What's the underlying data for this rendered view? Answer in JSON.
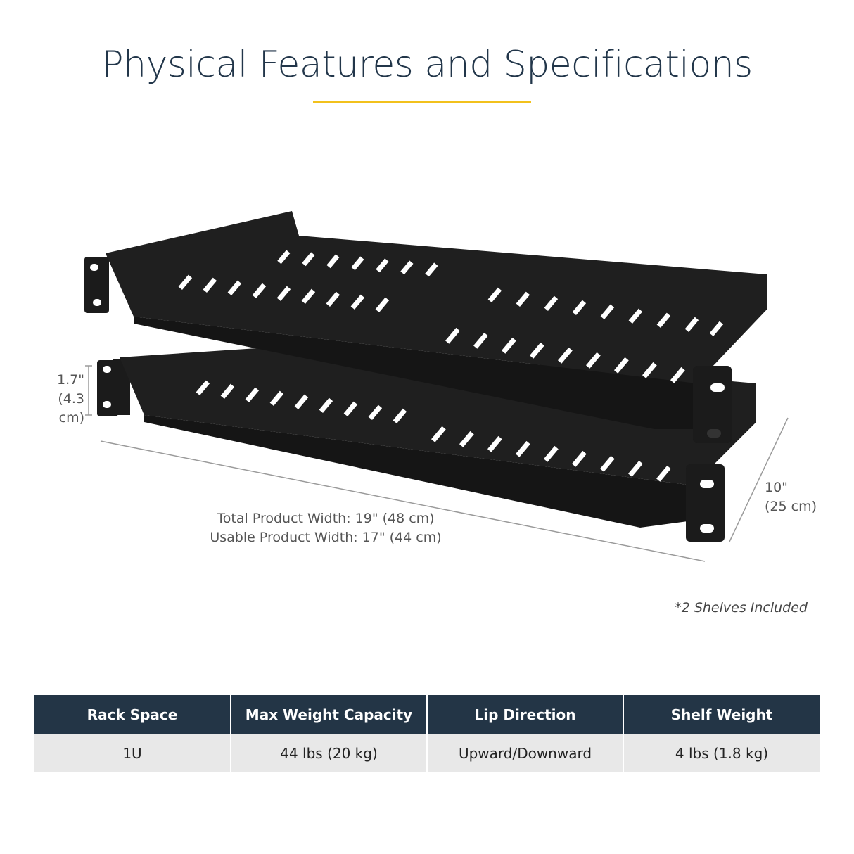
{
  "header": {
    "title": "Physical Features and Specifications"
  },
  "dimensions": {
    "height_imperial": "1.7\"",
    "height_metric": "(4.3 cm)",
    "depth_imperial": "10\"",
    "depth_metric": "(25 cm)",
    "total_width": "Total Product Width: 19\" (48 cm)",
    "usable_width": "Usable Product Width: 17\" (44 cm)"
  },
  "note": "*2 Shelves Included",
  "colors": {
    "title": "#22364a",
    "accent": "#f2c11c",
    "table_header": "#233546",
    "table_row": "#e8e8e8",
    "shelf": "#1b1b1b"
  },
  "specs": {
    "headers": [
      "Rack Space",
      "Max Weight Capacity",
      "Lip Direction",
      "Shelf Weight"
    ],
    "values": [
      "1U",
      "44 lbs (20 kg)",
      "Upward/Downward",
      "4 lbs (1.8 kg)"
    ]
  }
}
